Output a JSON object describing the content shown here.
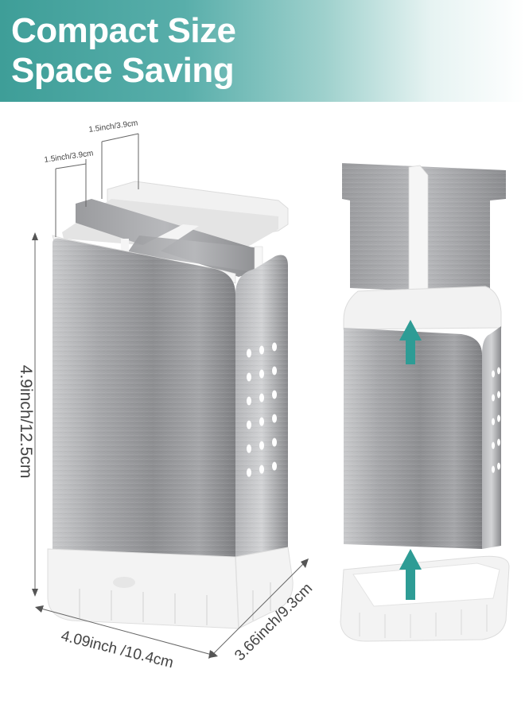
{
  "banner": {
    "line1": "Compact Size",
    "line2": "Space Saving"
  },
  "dimensions": {
    "compartment_a": "1.5inch/3.9cm",
    "compartment_b": "1.5inch/3.9cm",
    "height": "4.9inch/12.5cm",
    "width": "4.09inch /10.4cm",
    "depth": "3.66inch/9.3cm"
  },
  "icons": [
    "arrow-up-icon",
    "arrow-up-icon"
  ],
  "colors": {
    "banner_teal": "#3e9e98",
    "arrow_teal": "#2e9c95",
    "steel": "#a9aaac",
    "plastic_white": "#f2f2f2"
  }
}
